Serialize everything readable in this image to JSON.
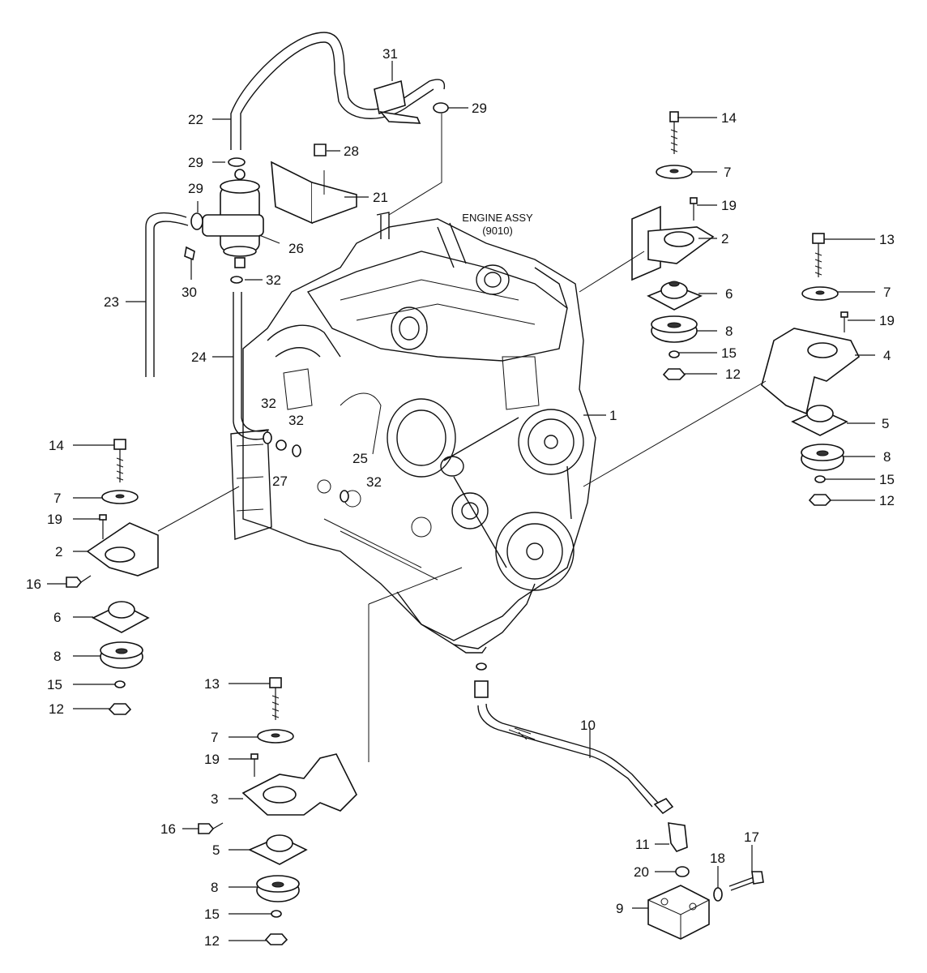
{
  "engine": {
    "label_line1": "ENGINE ASSY",
    "label_line2": "(9010)"
  },
  "callouts": [
    {
      "id": "c1",
      "text": "1"
    },
    {
      "id": "c2a",
      "text": "2"
    },
    {
      "id": "c2b",
      "text": "2"
    },
    {
      "id": "c3",
      "text": "3"
    },
    {
      "id": "c4",
      "text": "4"
    },
    {
      "id": "c5a",
      "text": "5"
    },
    {
      "id": "c5b",
      "text": "5"
    },
    {
      "id": "c6a",
      "text": "6"
    },
    {
      "id": "c6b",
      "text": "6"
    },
    {
      "id": "c7a",
      "text": "7"
    },
    {
      "id": "c7b",
      "text": "7"
    },
    {
      "id": "c7c",
      "text": "7"
    },
    {
      "id": "c7d",
      "text": "7"
    },
    {
      "id": "c8a",
      "text": "8"
    },
    {
      "id": "c8b",
      "text": "8"
    },
    {
      "id": "c8c",
      "text": "8"
    },
    {
      "id": "c8d",
      "text": "8"
    },
    {
      "id": "c9",
      "text": "9"
    },
    {
      "id": "c10",
      "text": "10"
    },
    {
      "id": "c11",
      "text": "11"
    },
    {
      "id": "c12a",
      "text": "12"
    },
    {
      "id": "c12b",
      "text": "12"
    },
    {
      "id": "c12c",
      "text": "12"
    },
    {
      "id": "c12d",
      "text": "12"
    },
    {
      "id": "c13a",
      "text": "13"
    },
    {
      "id": "c13b",
      "text": "13"
    },
    {
      "id": "c14a",
      "text": "14"
    },
    {
      "id": "c14b",
      "text": "14"
    },
    {
      "id": "c15a",
      "text": "15"
    },
    {
      "id": "c15b",
      "text": "15"
    },
    {
      "id": "c15c",
      "text": "15"
    },
    {
      "id": "c15d",
      "text": "15"
    },
    {
      "id": "c16a",
      "text": "16"
    },
    {
      "id": "c16b",
      "text": "16"
    },
    {
      "id": "c17",
      "text": "17"
    },
    {
      "id": "c18",
      "text": "18"
    },
    {
      "id": "c19a",
      "text": "19"
    },
    {
      "id": "c19b",
      "text": "19"
    },
    {
      "id": "c19c",
      "text": "19"
    },
    {
      "id": "c19d",
      "text": "19"
    },
    {
      "id": "c20",
      "text": "20"
    },
    {
      "id": "c21",
      "text": "21"
    },
    {
      "id": "c22",
      "text": "22"
    },
    {
      "id": "c23",
      "text": "23"
    },
    {
      "id": "c24",
      "text": "24"
    },
    {
      "id": "c25",
      "text": "25"
    },
    {
      "id": "c26",
      "text": "26"
    },
    {
      "id": "c27",
      "text": "27"
    },
    {
      "id": "c28",
      "text": "28"
    },
    {
      "id": "c29a",
      "text": "29"
    },
    {
      "id": "c29b",
      "text": "29"
    },
    {
      "id": "c29c",
      "text": "29"
    },
    {
      "id": "c30",
      "text": "30"
    },
    {
      "id": "c31",
      "text": "31"
    },
    {
      "id": "c32a",
      "text": "32"
    },
    {
      "id": "c32b",
      "text": "32"
    },
    {
      "id": "c32c",
      "text": "32"
    },
    {
      "id": "c32d",
      "text": "32"
    }
  ]
}
